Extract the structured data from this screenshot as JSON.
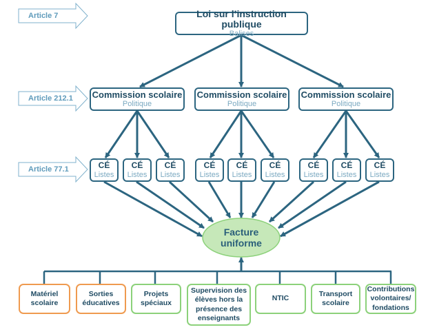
{
  "law": {
    "title": "Loi sur l’instruction publique",
    "subtitle": "Balises"
  },
  "articles": [
    {
      "label": "Article 7"
    },
    {
      "label": "Article 212.1"
    },
    {
      "label": "Article 77.1"
    }
  ],
  "commissions": [
    {
      "title": "Commission scolaire",
      "subtitle": "Politique"
    },
    {
      "title": "Commission scolaire",
      "subtitle": "Politique"
    },
    {
      "title": "Commission scolaire",
      "subtitle": "Politique"
    }
  ],
  "ce_boxes": [
    {
      "title": "CÉ",
      "subtitle": "Listes"
    },
    {
      "title": "CÉ",
      "subtitle": "Listes"
    },
    {
      "title": "CÉ",
      "subtitle": "Listes"
    },
    {
      "title": "CÉ",
      "subtitle": "Listes"
    },
    {
      "title": "CÉ",
      "subtitle": "Listes"
    },
    {
      "title": "CÉ",
      "subtitle": "Listes"
    },
    {
      "title": "CÉ",
      "subtitle": "Listes"
    },
    {
      "title": "CÉ",
      "subtitle": "Listes"
    },
    {
      "title": "CÉ",
      "subtitle": "Listes"
    }
  ],
  "center": {
    "line1": "Facture",
    "line2": "uniforme"
  },
  "categories": [
    {
      "label": "Matériel scolaire",
      "color": "#ef9a4f"
    },
    {
      "label": "Sorties éducatives",
      "color": "#ef9a4f"
    },
    {
      "label": "Projets spéciaux",
      "color": "#8cd17a"
    },
    {
      "label": "Supervision des élèves hors la présence des enseignants",
      "color": "#8cd17a"
    },
    {
      "label": "NTIC",
      "color": "#8cd17a"
    },
    {
      "label": "Transport scolaire",
      "color": "#8cd17a"
    },
    {
      "label": "Contributions volontaires/ fondations",
      "color": "#8cd17a"
    }
  ],
  "colors": {
    "connector": "#2c6580",
    "article_arrow": "#7fb1cc",
    "ellipse_fill": "#c6e8b9",
    "ellipse_stroke": "#8cd17a"
  }
}
